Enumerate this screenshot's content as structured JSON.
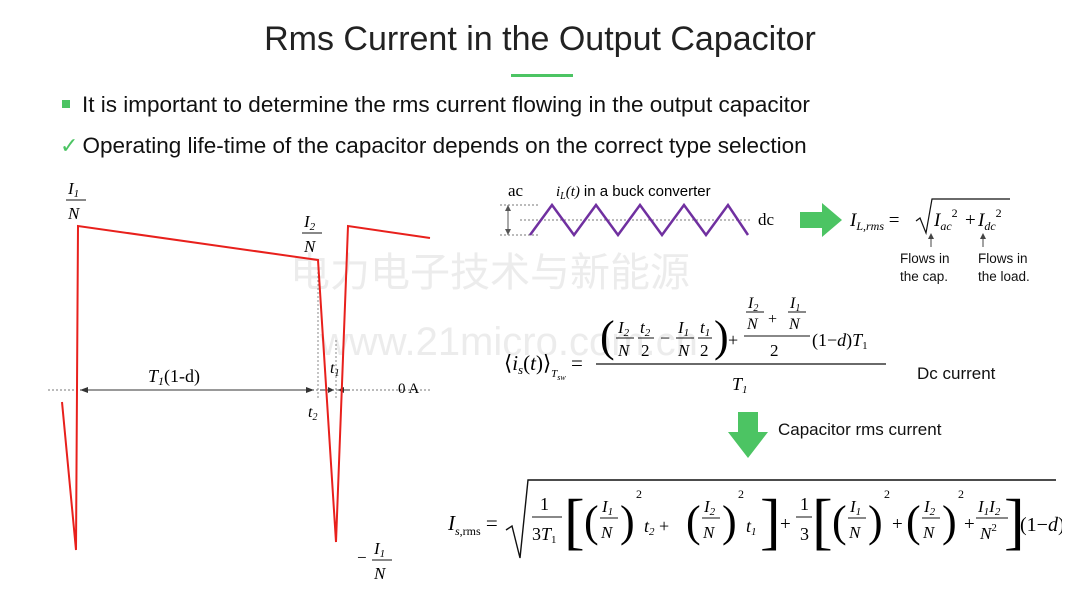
{
  "page": {
    "title": "Rms Current in the Output Capacitor",
    "bullet1": "It is important to determine the rms current flowing in the output capacitor",
    "bullet2": "Operating life-time of the capacitor depends on the correct type selection",
    "check_icon": "✓"
  },
  "waveform": {
    "label_I1": "I",
    "label_I1_sub": "1",
    "label_N": "N",
    "label_I2": "I",
    "label_I2_sub": "2",
    "label_T1": "T",
    "label_T1_sub": "1",
    "label_T1_rest": "(1-d)",
    "label_t1": "t",
    "label_t1_sub": "1",
    "label_t2": "t",
    "label_t2_sub": "2",
    "label_zero": "0 A",
    "label_minus": "−",
    "line_color": "#e8201c"
  },
  "buck": {
    "ac_label": "ac",
    "caption_pre": "i",
    "caption_sub": "L",
    "caption_arg": "(t)",
    "caption_rest": "in a buck converter",
    "dc_label": "dc",
    "eq_lhs": "I",
    "eq_lhs_sub": "L,rms",
    "eq_Iac": "I",
    "eq_Iac_sub": "ac",
    "eq_Idc": "I",
    "eq_Idc_sub": "dc",
    "eq_sq": "2",
    "flows_cap": "Flows in\nthe cap.",
    "flows_load": "Flows in\nthe load.",
    "wave_color": "#7030a0",
    "arrow_color": "#4cc463"
  },
  "equations": {
    "dc_current": "Dc current",
    "cap_rms_current": "Capacitor rms current"
  },
  "watermark": {
    "line1": "电力电子技术与新能源",
    "line2": "www.21micro.com.cn"
  }
}
